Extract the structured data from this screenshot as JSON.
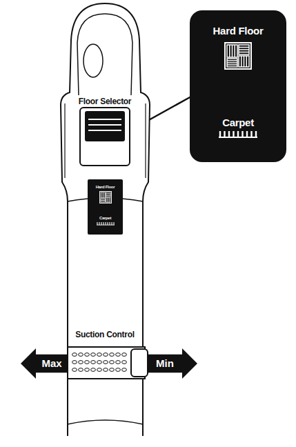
{
  "diagram": {
    "nodes": [
      {
        "text": [
          "Hard Floor",
          "Carpet"
        ]
      },
      {
        "text": [
          "Hard Floor",
          "Carpet"
        ]
      },
      {
        "text": [
          "Max"
        ]
      },
      {
        "text": [
          "Min"
        ]
      }
    ],
    "labels": [
      "Floor Selector",
      "Suction Control"
    ]
  }
}
